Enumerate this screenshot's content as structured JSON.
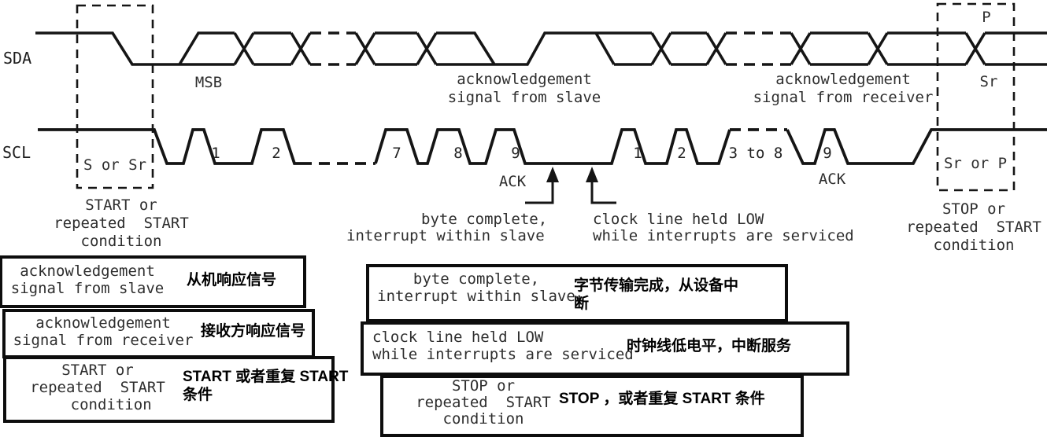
{
  "diagram": {
    "signals": {
      "sda": "SDA",
      "scl": "SCL"
    },
    "labels": {
      "s_or_sr": "S or Sr",
      "start_condition": "START or\nrepeated  START\ncondition",
      "msb": "MSB",
      "ack_from_slave": "acknowledgement\nsignal from slave",
      "ack_from_receiver": "acknowledgement\nsignal from receiver",
      "ack_left": "ACK",
      "ack_right": "ACK",
      "byte_complete_line1": "byte complete,",
      "byte_complete_line2": "interrupt within slave",
      "clock_low_line1": "clock line held LOW",
      "clock_low_line2": "while interrupts are serviced",
      "p": "P",
      "sr": "Sr",
      "sr_or_p": "Sr or P",
      "stop_condition": "STOP or\nrepeated  START\ncondition"
    },
    "clock_numbers": [
      "1",
      "2",
      "7",
      "8",
      "9",
      "1",
      "2",
      "3 to 8",
      "9"
    ]
  },
  "legend": {
    "boxes": [
      {
        "english": "acknowledgement\nsignal from slave",
        "chinese": "从机响应信号"
      },
      {
        "english": "acknowledgement\nsignal from receiver",
        "chinese": "接收方响应信号"
      },
      {
        "english": "START or\nrepeated  START\n   condition",
        "chinese": "START 或者重复 START\n条件"
      },
      {
        "english": "byte complete,\ninterrupt within slave",
        "chinese": "字节传输完成，从设备中\n断"
      },
      {
        "english": "clock line held LOW\nwhile interrupts are serviced",
        "chinese": "时钟线低电平，中断服务"
      },
      {
        "english": "STOP or\nrepeated  START\ncondition",
        "chinese": "STOP ，或者重复 START 条件"
      }
    ]
  },
  "colors": {
    "line": "#151515",
    "text_gray": "#2e2e2e",
    "background": "#ffffff"
  }
}
